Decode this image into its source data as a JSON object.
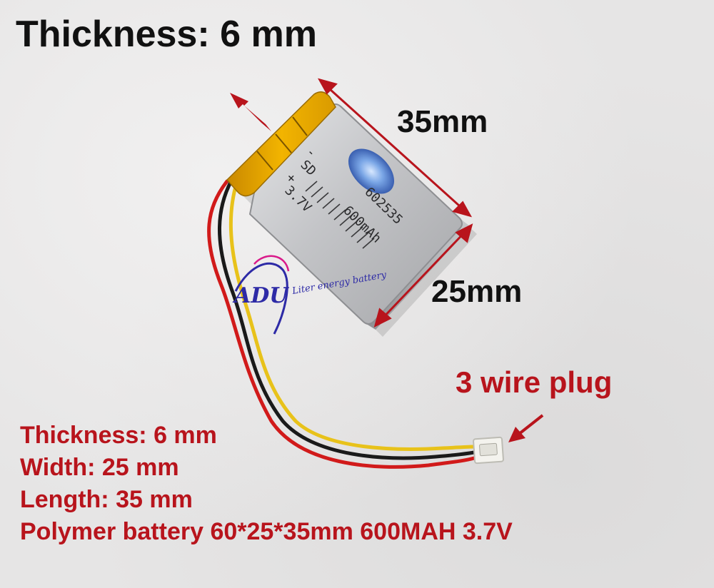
{
  "headline": "Thickness: 6 mm",
  "dimensions": {
    "length_label": "35mm",
    "width_label": "25mm"
  },
  "battery_label": {
    "minus": "-",
    "plus": "+",
    "code": "SD",
    "voltage": "3.7V",
    "model": "602535",
    "capacity": "600mAh"
  },
  "brand_logo": {
    "mark": "ADU",
    "text": "Liter energy battery"
  },
  "plug_label": "3 wire plug",
  "specs": [
    "Thickness: 6 mm",
    "Width: 25 mm",
    "Length: 35 mm",
    "Polymer battery 60*25*35mm 600MAH  3.7V"
  ],
  "colors": {
    "background": "#e6e5e5",
    "accent_red": "#b8141c",
    "headline_text": "#111111",
    "battery_silver": "#c9cacc",
    "kapton_tape": "#e2a500",
    "wire_red": "#d11a1a",
    "wire_yellow": "#e8c21a",
    "wire_black": "#1a1a1a"
  },
  "icons": [
    "arrow-icon",
    "dimension-arrow-icon",
    "logo-icon"
  ]
}
